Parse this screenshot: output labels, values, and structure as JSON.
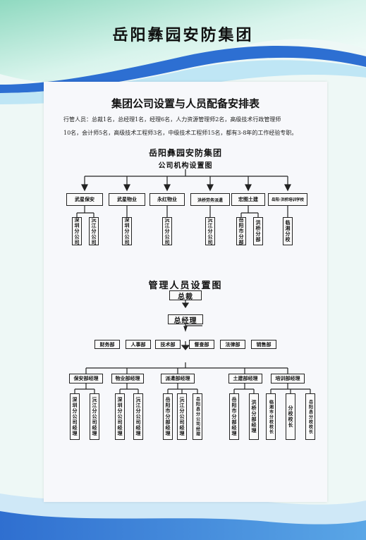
{
  "page_title": "岳阳彝园安防集团",
  "doc_title": "集团公司设置与人员配备安排表",
  "staff": {
    "line1": "行管人员：总裁1名，总经理1名，经理6名，人力资源管理师2名，高级技术行政管理师",
    "line2": "10名，会计师5名，高级技术工程师3名，中级技术工程师15名，都有3-8年的工作经验专职。"
  },
  "org_title_1": "岳阳彝园安防集团",
  "org_title_2": "公司机构设置图",
  "companies": [
    {
      "name": "武星保安",
      "branches": [
        "深圳分公司",
        "沅江分公司"
      ]
    },
    {
      "name": "武星物业",
      "branches": [
        "深圳分公司"
      ]
    },
    {
      "name": "永红物业",
      "branches": [
        "沅江分公司"
      ]
    },
    {
      "name": "洪桥劳务派遣",
      "branches": [
        "沅江分公司"
      ]
    },
    {
      "name": "宏图土建",
      "branches": [
        "岳阳市分部",
        "洪桥分部"
      ]
    },
    {
      "name": "岳阳·洪桥培训学校",
      "branches": [
        "临湘分校"
      ]
    }
  ],
  "mgmt_title": "管理人员设置图",
  "ceo": "总裁",
  "gm": "总经理",
  "departments": [
    "财务部",
    "人事部",
    "技术部",
    "督查部",
    "法律部",
    "销售部"
  ],
  "managers": [
    {
      "name": "保安部经理",
      "subs": [
        "深圳分公司经理",
        "沅江分公司经理"
      ]
    },
    {
      "name": "物业部经理",
      "subs": [
        "深圳分公司经理",
        "沅江分公司经理"
      ]
    },
    {
      "name": "派遣部经理",
      "subs": [
        "岳阳市分部经理",
        "沅江分公司经理",
        "岳阳县分公司经理"
      ]
    },
    {
      "name": "土建部经理",
      "subs": [
        "岳阳市分部经理",
        "洪桥分部经理"
      ]
    },
    {
      "name": "培训部经理",
      "subs": [
        "临湘市分校校长",
        "分校校长",
        "岳阳县分校校长"
      ]
    }
  ]
}
